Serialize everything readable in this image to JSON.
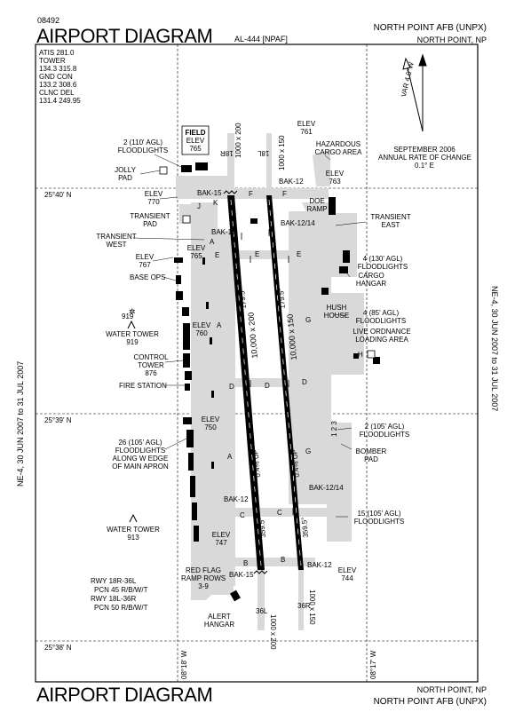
{
  "header": {
    "procedure_number": "08492",
    "title": "AIRPORT DIAGRAM",
    "chart_id": "AL-444 [NPAF]",
    "airport_name": "NORTH POINT AFB (UNPX)",
    "city": "NORTH POINT, NP"
  },
  "footer": {
    "title": "AIRPORT DIAGRAM",
    "city": "NORTH POINT, NP",
    "airport_name": "NORTH POINT AFB (UNPX)"
  },
  "validity": {
    "left": "NE-4, 30 JUN 2007 to 31 JUL 2007",
    "right": "NE-4, 30 JUN 2007 to 31 JUL 2007"
  },
  "frequencies": {
    "atis": "ATIS  281.0",
    "tower_label": "TOWER",
    "tower": "134.3  315.8",
    "gnd_label": "GND CON",
    "gnd": "133.2  308.6",
    "clnc_label": "CLNC DEL",
    "clnc": "131.4  249.95"
  },
  "magnetic": {
    "var": "VAR 4.0°W",
    "epoch": "SEPTEMBER 2006",
    "rate_label": "ANNUAL RATE OF CHANGE",
    "rate": "0.1° E"
  },
  "coordinates": {
    "lat1": "25°40' N",
    "lat2": "25°39' N",
    "lat3": "25°38' N",
    "lon1": "08°18' W",
    "lon2": "08°17' W"
  },
  "field_elev": {
    "label1": "FIELD",
    "label2": "ELEV",
    "value": "765"
  },
  "runways": {
    "left_dims": "10,000 x 200",
    "right_dims": "10,000 x 150",
    "left_hdg_up": "179.5°",
    "right_hdg_up": "179.5°",
    "left_hdg_dn": "359.5°",
    "right_hdg_dn": "359.5°",
    "n_left_dims": "1000 x 200",
    "n_right_dims": "1000 x 150",
    "s_left_dims": "1000 x 200",
    "s_right_dims": "1000 x 150",
    "n_left_id": "18R",
    "n_right_id": "18L",
    "s_left_id": "36L",
    "s_right_id": "36R",
    "slope_left": "0.4% UP",
    "slope_right": "0.4% UP",
    "rwy_info": [
      "RWY 18R-36L",
      "PCN 45 R/B/W/T",
      "RWY 18L-36R",
      "PCN 50 R/B/W/T"
    ]
  },
  "labels": {
    "elev_761": [
      "ELEV",
      "761"
    ],
    "hazard_cargo": [
      "HAZARDOUS",
      "CARGO AREA"
    ],
    "elev_763": [
      "ELEV",
      "763"
    ],
    "doe_ramp": [
      "DOE",
      "RAMP"
    ],
    "transient_east": [
      "TRANSIENT",
      "EAST"
    ],
    "floodlights_130": [
      "4 (130' AGL)",
      "FLOODLIGHTS"
    ],
    "cargo_hangar": [
      "CARGO",
      "HANGAR"
    ],
    "hush_house": [
      "HUSH",
      "HOUSE"
    ],
    "floodlights_85": [
      "4 (85' AGL)",
      "FLOODLIGHTS"
    ],
    "live_ordnance": [
      "LIVE ORDNANCE",
      "LOADING AREA"
    ],
    "floodlights_105_2": [
      "2 (105' AGL)",
      "FLOODLIGHTS"
    ],
    "bomber_pad": [
      "BOMBER",
      "PAD"
    ],
    "floodlights_105_15": [
      "15 (105' AGL)",
      "FLOODLIGHTS"
    ],
    "elev_744": [
      "ELEV",
      "744"
    ],
    "floodlights_110": [
      "2 (110' AGL)",
      "FLOODLIGHTS"
    ],
    "jolly_pad": [
      "JOLLY",
      "PAD"
    ],
    "elev_770": [
      "ELEV",
      "770"
    ],
    "transient_pad": [
      "TRANSIENT",
      "PAD"
    ],
    "transient_west": [
      "TRANSIENT",
      "WEST"
    ],
    "elev_767": [
      "ELEV",
      "767"
    ],
    "elev_765": [
      "ELEV",
      "765"
    ],
    "base_ops": "BASE OPS",
    "tower_919_val": "919",
    "water_tower_919": [
      "WATER TOWER",
      "919"
    ],
    "elev_760": [
      "ELEV",
      "760"
    ],
    "control_tower": [
      "CONTROL",
      "TOWER",
      "876"
    ],
    "fire_station": "FIRE STATION",
    "elev_750": [
      "ELEV",
      "750"
    ],
    "floodlights_26": [
      "26 (105' AGL)",
      "FLOODLIGHTS",
      "ALONG W EDGE",
      "OF MAIN APRON"
    ],
    "water_tower_913": [
      "WATER TOWER",
      "913"
    ],
    "elev_747": [
      "ELEV",
      "747"
    ],
    "red_flag": [
      "RED FLAG",
      "RAMP ROWS",
      "3-9"
    ],
    "alert_hangar": [
      "ALERT",
      "HANGAR"
    ],
    "pad_numbers": "1 2 3"
  },
  "taxiways": {
    "A": "A",
    "B": "B",
    "C": "C",
    "D": "D",
    "E": "E",
    "F": "F",
    "G": "G",
    "H": "H",
    "J": "J",
    "K": "K"
  },
  "arresting": {
    "bak15_n": "BAK-15",
    "bak12_n": "BAK-12",
    "bak12_14_n": "BAK-12/14",
    "bak12_w": "BAK-12",
    "bak12_14_s": "BAK-12/14",
    "bak12_sw": "BAK-12",
    "bak12_s": "BAK-12",
    "bak15_s": "BAK-15"
  },
  "colors": {
    "pavement": "#d9d9d9",
    "runway": "#000000",
    "grid": "#000000"
  }
}
